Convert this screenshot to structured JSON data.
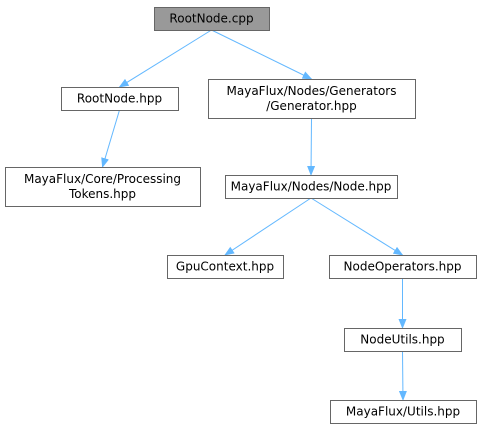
{
  "colors": {
    "root_fill": "#999999",
    "node_fill": "#ffffff",
    "node_border": "#666666",
    "edge": "#63b8ff",
    "text": "#000000"
  },
  "nodes": {
    "rootnode_cpp": {
      "lines": [
        "RootNode.cpp"
      ]
    },
    "rootnode_hpp": {
      "lines": [
        "RootNode.hpp"
      ]
    },
    "generator_hpp": {
      "lines": [
        "MayaFlux/Nodes/Generators",
        "/Generator.hpp"
      ]
    },
    "processing_tokens_hpp": {
      "lines": [
        "MayaFlux/Core/Processing",
        "Tokens.hpp"
      ]
    },
    "node_hpp": {
      "lines": [
        "MayaFlux/Nodes/Node.hpp"
      ]
    },
    "gpucontext_hpp": {
      "lines": [
        "GpuContext.hpp"
      ]
    },
    "nodeoperators_hpp": {
      "lines": [
        "NodeOperators.hpp"
      ]
    },
    "nodeutils_hpp": {
      "lines": [
        "NodeUtils.hpp"
      ]
    },
    "utils_hpp": {
      "lines": [
        "MayaFlux/Utils.hpp"
      ]
    }
  },
  "edges": [
    {
      "from": "rootnode_cpp",
      "to": "rootnode_hpp"
    },
    {
      "from": "rootnode_cpp",
      "to": "generator_hpp"
    },
    {
      "from": "rootnode_hpp",
      "to": "processing_tokens_hpp"
    },
    {
      "from": "generator_hpp",
      "to": "node_hpp"
    },
    {
      "from": "node_hpp",
      "to": "gpucontext_hpp"
    },
    {
      "from": "node_hpp",
      "to": "nodeoperators_hpp"
    },
    {
      "from": "nodeoperators_hpp",
      "to": "nodeutils_hpp"
    },
    {
      "from": "nodeutils_hpp",
      "to": "utils_hpp"
    }
  ]
}
